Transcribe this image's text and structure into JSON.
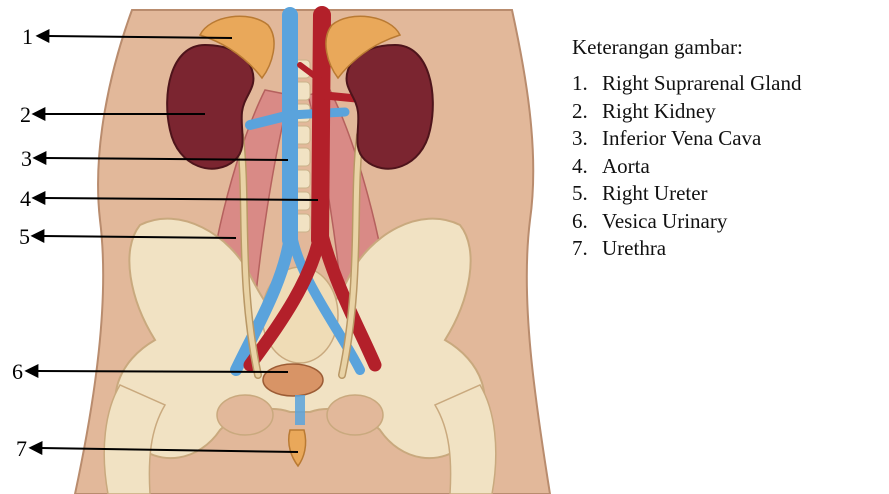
{
  "legend": {
    "title": "Keterangan gambar:",
    "items": [
      {
        "num": "1.",
        "label": "Right Suprarenal Gland"
      },
      {
        "num": "2.",
        "label": "Right Kidney"
      },
      {
        "num": "3.",
        "label": "Inferior Vena Cava"
      },
      {
        "num": "4.",
        "label": "Aorta"
      },
      {
        "num": "5.",
        "label": "Right Ureter"
      },
      {
        "num": "6.",
        "label": "Vesica Urinary"
      },
      {
        "num": "7.",
        "label": "Urethra"
      }
    ]
  },
  "callouts": [
    "1",
    "2",
    "3",
    "4",
    "5",
    "6",
    "7"
  ],
  "colors": {
    "skin": "#e2b89a",
    "kidney": "#7b2530",
    "gland": "#e9a85a",
    "vein": "#5aa3dc",
    "artery": "#b3202a",
    "muscle": "#d98a86",
    "bone": "#f1e2c3",
    "ureter": "#e9d3a6",
    "bladder": "#d89466"
  }
}
